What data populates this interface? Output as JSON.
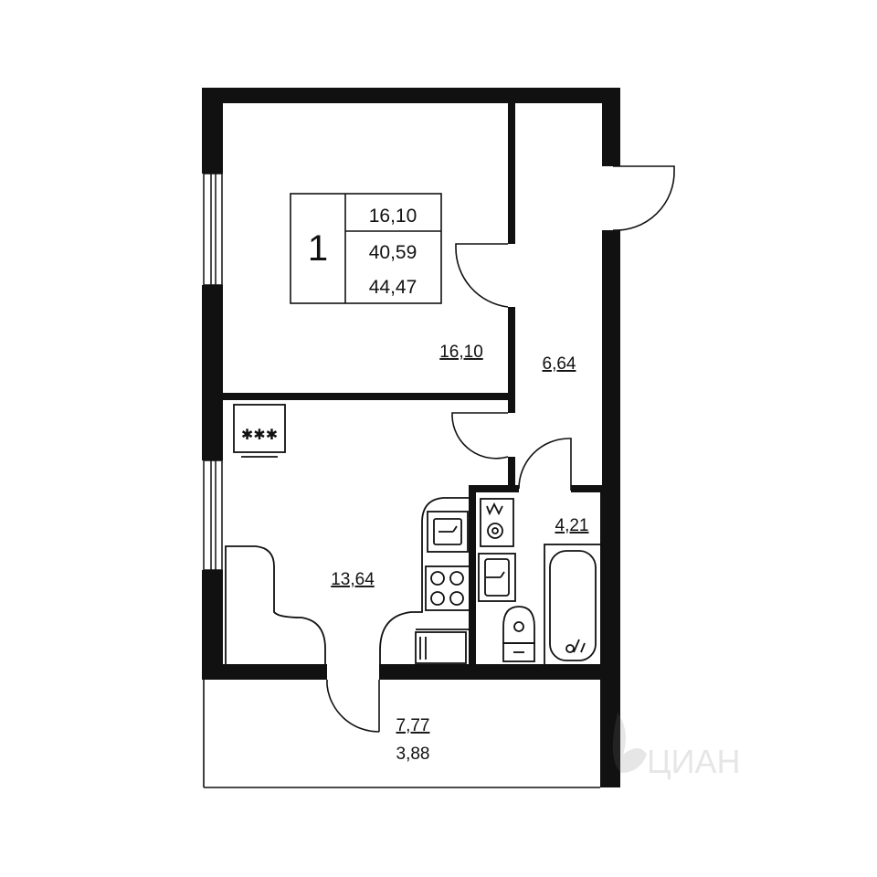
{
  "summary": {
    "rooms": "1",
    "living_area": "16,10",
    "total_area": "40,59",
    "total_with_balcony": "44,47"
  },
  "rooms": {
    "bedroom": "16,10",
    "hall": "6,64",
    "kitchen": "13,64",
    "bathroom": "4,21",
    "balcony_area": "7,77",
    "balcony_reduced": "3,88"
  },
  "stove_mark": "✱✱✱",
  "watermark": "ЦИАН",
  "colors": {
    "wall": "#111111",
    "background": "#ffffff"
  }
}
